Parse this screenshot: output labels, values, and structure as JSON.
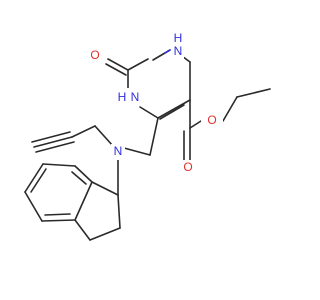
{
  "atoms": {
    "o_carbonyl_ring": "O",
    "nh_top": "N\nH",
    "nh_left": "N\nH",
    "n_amine": "N",
    "o_ester_single": "O",
    "o_ester_double": "O"
  },
  "labels": {
    "o_carbonyl_ring": "O",
    "nh_top_n": "N",
    "nh_top_h": "H",
    "nh_left_h": "H",
    "nh_left_n": "N",
    "n_amine": "N",
    "o_ester_single": "O",
    "o_ester_double": "O"
  },
  "colors": {
    "bond": "#2a2a2a",
    "oxygen": "#e0312b",
    "nitrogen": "#2f2fe0",
    "background": "#ffffff"
  }
}
